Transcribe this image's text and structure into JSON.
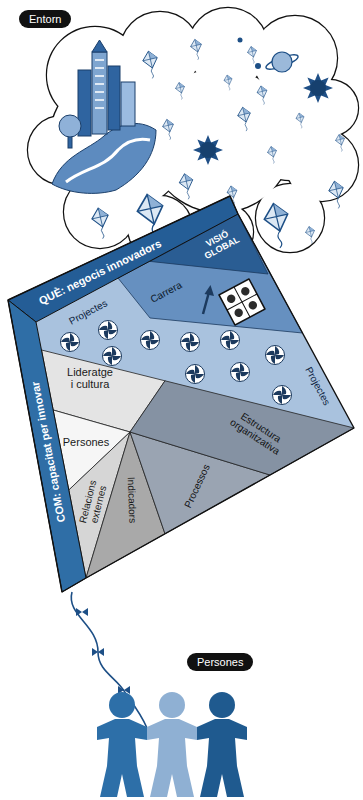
{
  "diagram": {
    "nodes": [
      {
        "text": [
          "Entorn"
        ]
      },
      {
        "text": [
          "QUÈ: negocis innovadors"
        ]
      },
      {
        "text": [
          "VISIÓ GLOBAL"
        ]
      },
      {
        "text": [
          "Carrera"
        ]
      },
      {
        "text": [
          "Projectes",
          "Projectes"
        ]
      },
      {
        "text": [
          "COM: capacitat per innovar"
        ]
      },
      {
        "text": [
          "Lideratge i cultura"
        ]
      },
      {
        "text": [
          "Persones"
        ]
      },
      {
        "text": [
          "Relacions externes"
        ]
      },
      {
        "text": [
          "Indicadors"
        ]
      },
      {
        "text": [
          "Processos"
        ]
      },
      {
        "text": [
          "Estructura organitzativa"
        ]
      },
      {
        "text": [
          "Persones"
        ]
      }
    ]
  }
}
